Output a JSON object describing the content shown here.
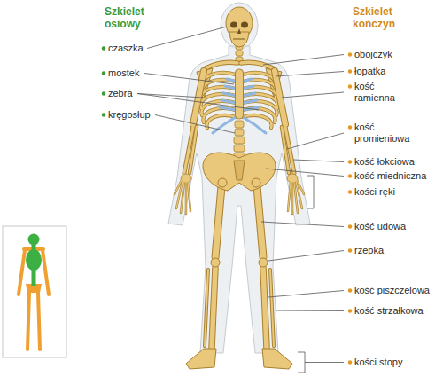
{
  "diagram": {
    "labels": [
      "Szkielet osiowy",
      "Szkielet kończyn",
      "czaszka",
      "mostek",
      "żebra",
      "kręgosłup",
      "obojczyk",
      "łopatka",
      "kość ramienna",
      "kość promieniowa",
      "kość łokciowa",
      "kość miedniczna",
      "kości ręki",
      "kość udowa",
      "rzepka",
      "kość piszczelowa",
      "kość strzałkowa",
      "kości stopy"
    ]
  }
}
